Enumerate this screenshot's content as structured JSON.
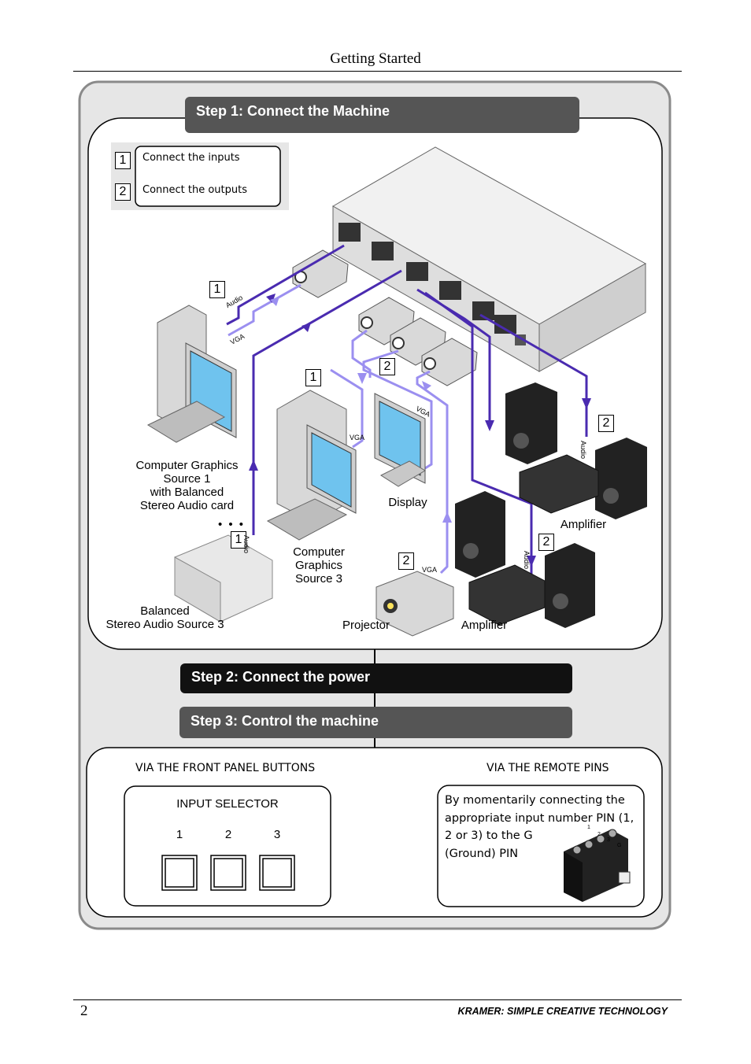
{
  "header": {
    "title": "Getting Started"
  },
  "step1": {
    "title": "Step 1: Connect the Machine",
    "legend": [
      {
        "num": "1",
        "text": "Connect the inputs"
      },
      {
        "num": "2",
        "text": "Connect the outputs"
      }
    ]
  },
  "diagram": {
    "source1_label": [
      "Computer Graphics",
      "Source 1",
      "with Balanced",
      "Stereo Audio card"
    ],
    "source3_label": [
      "Computer",
      "Graphics",
      "Source 3"
    ],
    "audio_source_label": [
      "Balanced",
      "Stereo Audio Source 3"
    ],
    "display_label": "Display",
    "projector_label": "Projector",
    "amplifier_label": "Amplifier",
    "ellipsis": "• • •",
    "signal_audio": "Audio",
    "signal_vga": "VGA",
    "marker_1": "1",
    "marker_2": "2"
  },
  "step2": {
    "title": "Step 2: Connect the power"
  },
  "step3": {
    "title": "Step 3: Control the machine",
    "front_panel_heading": "VIA THE FRONT PANEL BUTTONS",
    "remote_heading": "VIA THE REMOTE PINS",
    "selector_title": "INPUT SELECTOR",
    "buttons": [
      "1",
      "2",
      "3"
    ],
    "remote_text": [
      "By momentarily connecting the",
      "appropriate input number PIN (1,",
      "2 or 3) to the G",
      "(Ground) PIN"
    ],
    "pin_labels": [
      "1",
      "2",
      "3",
      "G"
    ]
  },
  "footer": {
    "page_number": "2",
    "text": "KRAMER:  SIMPLE CREATIVE TECHNOLOGY"
  },
  "colors": {
    "frame_bg": "#e6e6e6",
    "step_bar": "#555555",
    "step_bar_dark": "#111111",
    "audio_line": "#4a2bb0",
    "vga_line": "#9b8ff0"
  }
}
